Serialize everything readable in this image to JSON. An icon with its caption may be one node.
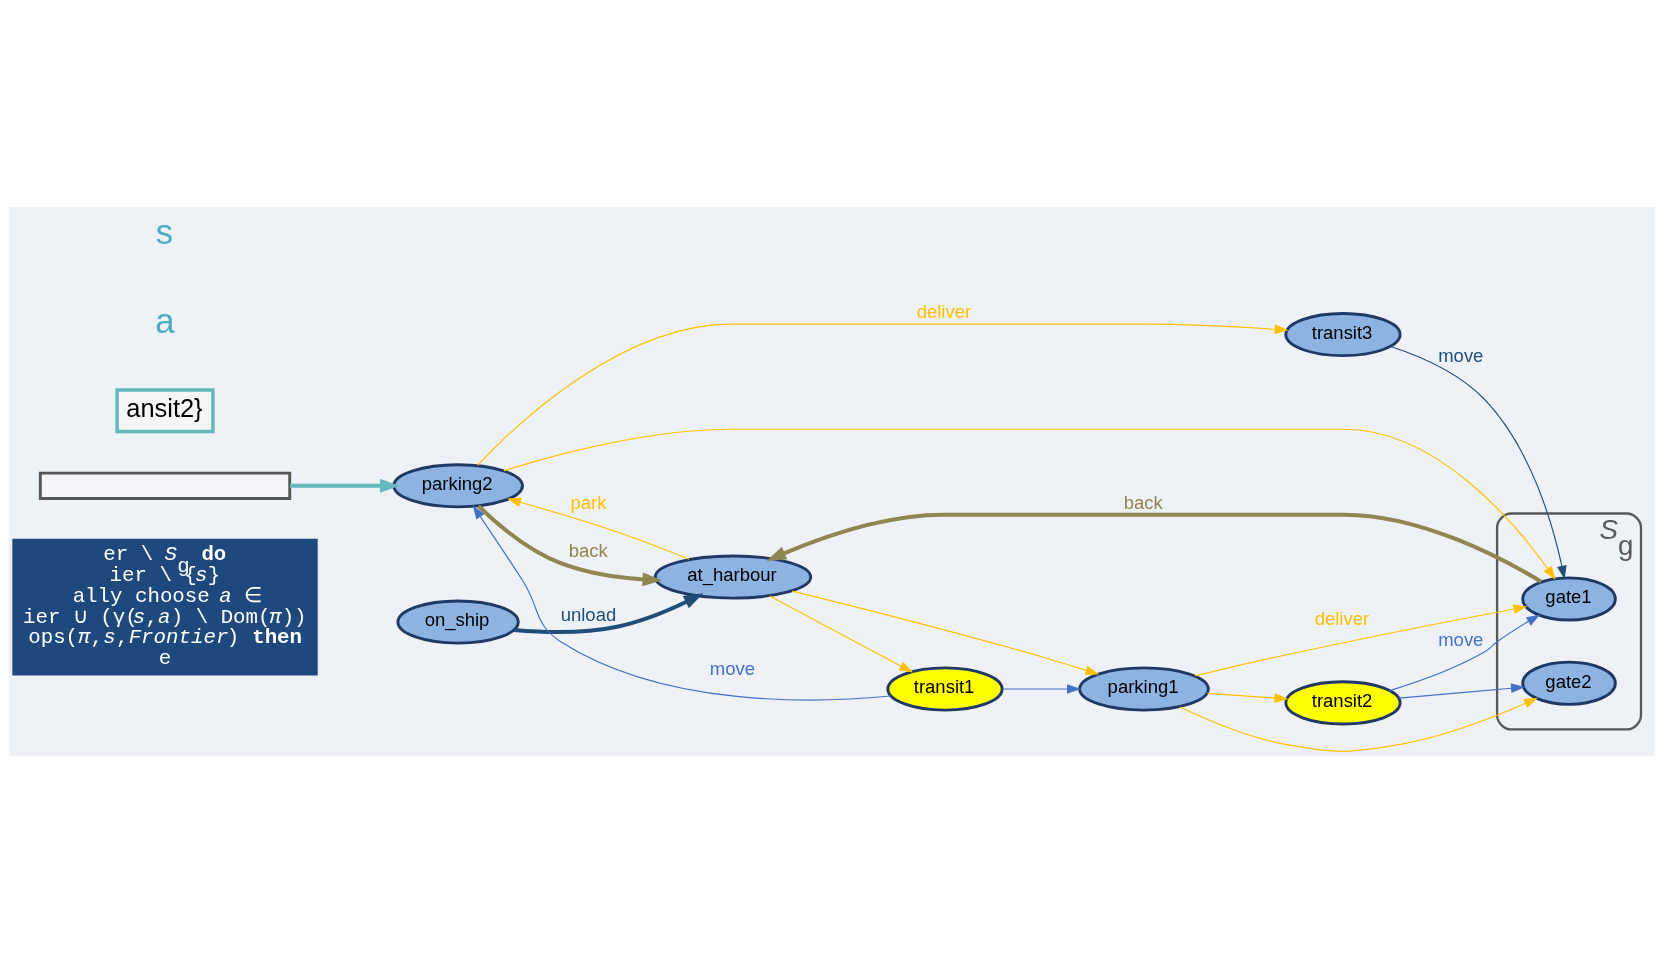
{
  "diagram": {
    "nodes": [
      {
        "text": [
          "er \\ *S*$_{g}$ **do**",
          "ier \\ {*s*}",
          "ally choose *a* ∈",
          "ier ∪ (γ(*s*,*a*) \\ Dom(*π*))",
          "ops(*π*,*s*,*Frontier*) **then**",
          "e"
        ]
      },
      {
        "text": [],
        "shape": "box"
      },
      {
        "text": [
          "ansit2}"
        ]
      },
      {
        "text": [
          "transit3"
        ]
      },
      {
        "text": [
          "parking2"
        ]
      },
      {
        "text": [
          "*S*$_{g}$"
        ]
      },
      {
        "text": [
          "gate1"
        ],
        "in": 5
      },
      {
        "text": [
          "on_ship"
        ]
      },
      {
        "text": [
          "at_harbour"
        ]
      },
      {
        "text": [
          "parking1"
        ]
      },
      {
        "text": [
          "gate2"
        ],
        "in": 5
      },
      {
        "text": [
          "transit1"
        ]
      },
      {
        "text": [
          "transit2"
        ]
      }
    ],
    "edges": [
      {
        "from": 7,
        "to": 8,
        "arrow": "to",
        "label": "unload",
        "color": "#1f4e79",
        "style": "thick"
      },
      {
        "from": 8,
        "to": 4,
        "arrow": "to",
        "label": "park"
      },
      {
        "from": 8,
        "to": 9,
        "arrow": "to"
      },
      {
        "from": 8,
        "to": 11,
        "arrow": "to"
      },
      {
        "from": 4,
        "to": 3,
        "arrow": "to",
        "label": "deliver"
      },
      {
        "from": 4,
        "to": 6,
        "arrow": "to"
      },
      {
        "from": 9,
        "to": 6,
        "arrow": "to",
        "label": "deliver"
      },
      {
        "from": 9,
        "to": 10,
        "arrow": "to"
      },
      {
        "from": 9,
        "to": 12,
        "arrow": "to"
      },
      {
        "from": 11,
        "to": 4,
        "arrow": "to",
        "label": "move",
        "color": "#4472c4"
      },
      {
        "from": 11,
        "to": 9,
        "arrow": "to",
        "color": "#4472c4"
      },
      {
        "from": 12,
        "to": 6,
        "arrow": "to",
        "label": "move",
        "color": "#4472c4"
      },
      {
        "from": 12,
        "to": 10,
        "arrow": "to",
        "color": "#4472c4"
      },
      {
        "from": 3,
        "to": 6,
        "arrow": "to",
        "label": "move",
        "color": "#1f4e79"
      },
      {
        "from": 6,
        "to": 8,
        "arrow": "to",
        "label": "back",
        "color": "#8f8650",
        "style": "thick"
      },
      {
        "from": 4,
        "to": 8,
        "arrow": "to",
        "label": "back",
        "color": "#8f8650",
        "style": "thick"
      },
      {
        "from": 1,
        "to": 4,
        "arrow": "to",
        "color": "#62b9bd",
        "style": "thick"
      }
    ],
    "labels": [
      "a",
      "s"
    ]
  }
}
